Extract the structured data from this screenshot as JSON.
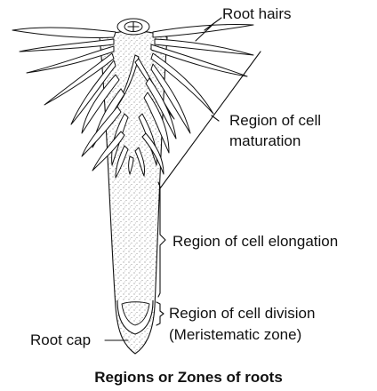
{
  "labels": {
    "root_hairs": "Root hairs",
    "maturation_line1": "Region of cell",
    "maturation_line2": "maturation",
    "elongation": "Region of cell elongation",
    "division_line1": "Region of cell division",
    "division_line2": "(Meristematic zone)",
    "root_cap": "Root cap"
  },
  "caption": "Regions or Zones of roots"
}
